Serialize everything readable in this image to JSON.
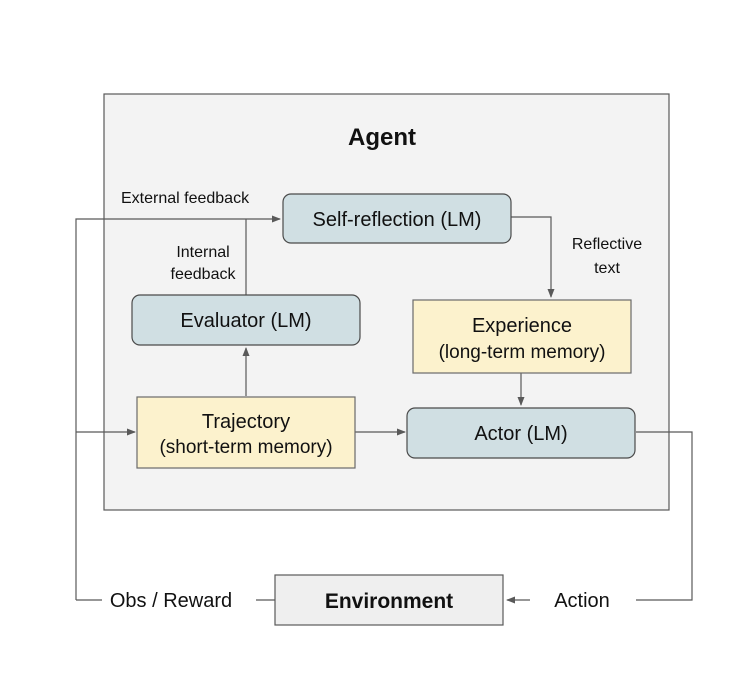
{
  "agent": {
    "title": "Agent"
  },
  "nodes": {
    "self_reflection": {
      "label": "Self-reflection (LM)"
    },
    "evaluator": {
      "label": "Evaluator (LM)"
    },
    "experience": {
      "line1": "Experience",
      "line2": "(long-term memory)"
    },
    "trajectory": {
      "line1": "Trajectory",
      "line2": "(short-term memory)"
    },
    "actor": {
      "label": "Actor (LM)"
    },
    "environment": {
      "label": "Environment"
    }
  },
  "edge_labels": {
    "external_feedback": "External feedback",
    "internal_feedback_1": "Internal",
    "internal_feedback_2": "feedback",
    "reflective_text_1": "Reflective",
    "reflective_text_2": "text",
    "obs_reward": "Obs / Reward",
    "action": "Action"
  },
  "colors": {
    "agent_fill": "#f3f3f3",
    "agent_border": "#595959",
    "lm_fill": "#d0dfe3",
    "lm_border": "#4a4a4a",
    "memory_fill": "#fcf2cd",
    "memory_border": "#6a6a6a",
    "environment_fill": "#efefef",
    "line": "#595959"
  }
}
